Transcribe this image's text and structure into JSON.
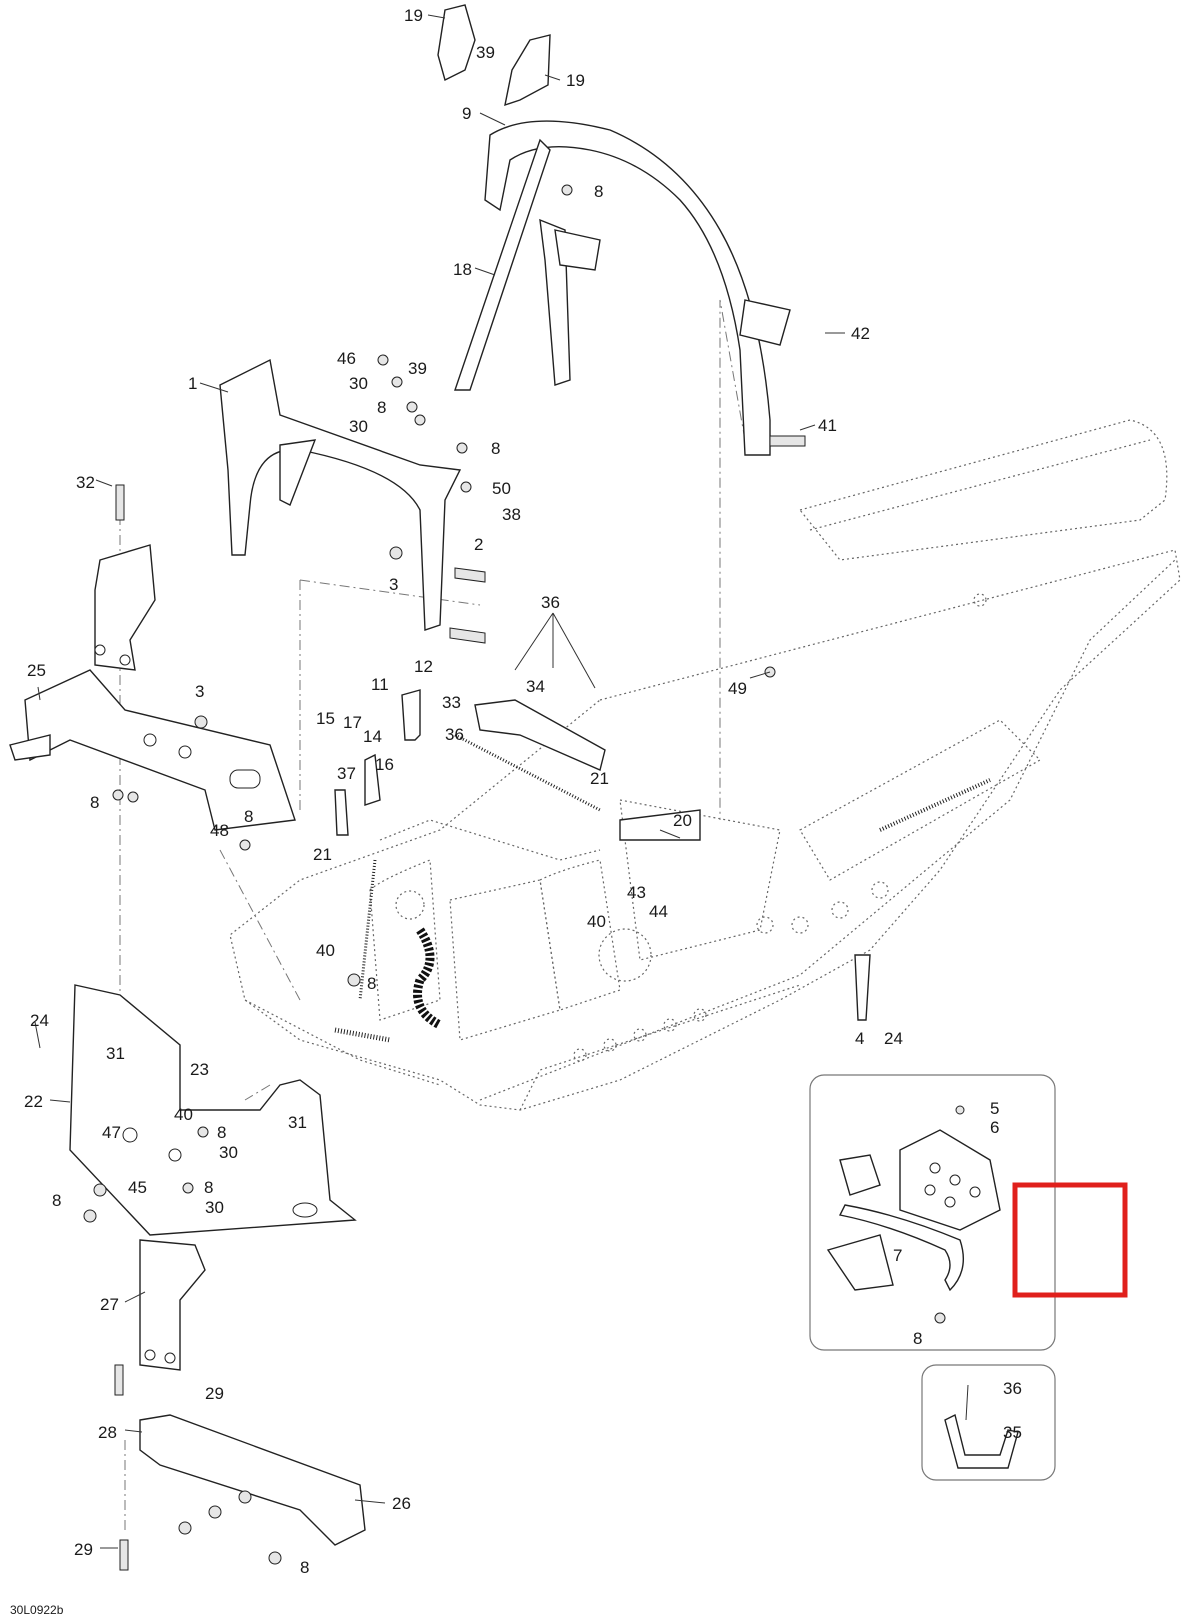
{
  "diagram": {
    "drawing_id": "30L0922b",
    "highlight_color": "#e0201c",
    "callouts": [
      "1",
      "2",
      "3",
      "3",
      "4",
      "5",
      "6",
      "7",
      "8",
      "8",
      "8",
      "8",
      "8",
      "8",
      "8",
      "8",
      "8",
      "8",
      "8",
      "9",
      "11",
      "12",
      "14",
      "15",
      "16",
      "17",
      "18",
      "19",
      "19",
      "20",
      "21",
      "21",
      "22",
      "23",
      "24",
      "24",
      "25",
      "26",
      "27",
      "28",
      "29",
      "29",
      "30",
      "30",
      "30",
      "30",
      "31",
      "31",
      "32",
      "33",
      "34",
      "35",
      "36",
      "36",
      "36",
      "37",
      "38",
      "39",
      "39",
      "40",
      "40",
      "40",
      "41",
      "42",
      "43",
      "44",
      "45",
      "46",
      "47",
      "48",
      "49",
      "50"
    ]
  }
}
